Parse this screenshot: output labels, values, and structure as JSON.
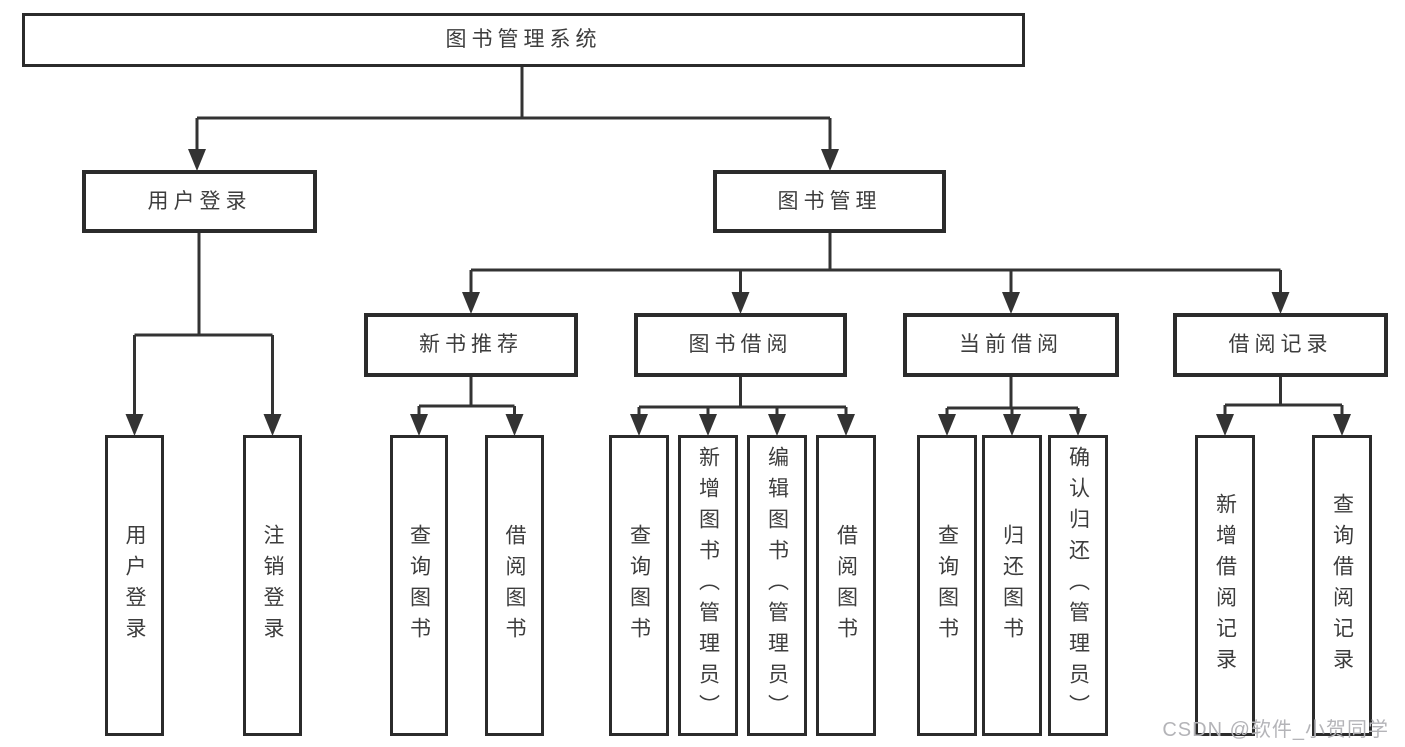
{
  "watermark": "CSDN @软件_小贺同学",
  "colors": {
    "line": "#333333",
    "box_border": "#2b2b2b",
    "text": "#3d3d3d",
    "watermark_text": "#b4b4b8",
    "background": "#ffffff"
  },
  "tree": {
    "label": "图书管理系统",
    "children": [
      {
        "label": "用户登录",
        "children": [
          {
            "label": "用户登录"
          },
          {
            "label": "注销登录"
          }
        ]
      },
      {
        "label": "图书管理",
        "children": [
          {
            "label": "新书推荐",
            "children": [
              {
                "label": "查询图书"
              },
              {
                "label": "借阅图书"
              }
            ]
          },
          {
            "label": "图书借阅",
            "children": [
              {
                "label": "查询图书"
              },
              {
                "label": "新增图书（管理员）"
              },
              {
                "label": "编辑图书（管理员）"
              },
              {
                "label": "借阅图书"
              }
            ]
          },
          {
            "label": "当前借阅",
            "children": [
              {
                "label": "查询图书"
              },
              {
                "label": "归还图书"
              },
              {
                "label": "确认归还（管理员）"
              }
            ]
          },
          {
            "label": "借阅记录",
            "children": [
              {
                "label": "新增借阅记录"
              },
              {
                "label": "查询借阅记录"
              }
            ]
          }
        ]
      }
    ]
  }
}
